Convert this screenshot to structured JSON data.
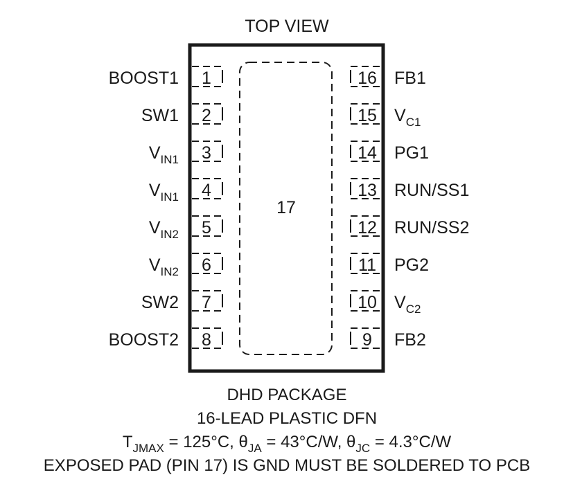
{
  "diagram": {
    "title": "TOP VIEW",
    "exposed_pad_label": "17",
    "left_pins": [
      {
        "num": "1",
        "name": "BOOST1",
        "sub": ""
      },
      {
        "num": "2",
        "name": "SW1",
        "sub": ""
      },
      {
        "num": "3",
        "name": "V",
        "sub": "IN1"
      },
      {
        "num": "4",
        "name": "V",
        "sub": "IN1"
      },
      {
        "num": "5",
        "name": "V",
        "sub": "IN2"
      },
      {
        "num": "6",
        "name": "V",
        "sub": "IN2"
      },
      {
        "num": "7",
        "name": "SW2",
        "sub": ""
      },
      {
        "num": "8",
        "name": "BOOST2",
        "sub": ""
      }
    ],
    "right_pins": [
      {
        "num": "16",
        "name": "FB1",
        "sub": ""
      },
      {
        "num": "15",
        "name": "V",
        "sub": "C1"
      },
      {
        "num": "14",
        "name": "PG1",
        "sub": ""
      },
      {
        "num": "13",
        "name": "RUN/SS1",
        "sub": ""
      },
      {
        "num": "12",
        "name": "RUN/SS2",
        "sub": ""
      },
      {
        "num": "11",
        "name": "PG2",
        "sub": ""
      },
      {
        "num": "10",
        "name": "V",
        "sub": "C2"
      },
      {
        "num": "9",
        "name": "FB2",
        "sub": ""
      }
    ],
    "package_line1": "DHD PACKAGE",
    "package_line2": "16-LEAD PLASTIC DFN",
    "thermal": {
      "t": "T",
      "t_sub": "JMAX",
      "t_val": " = 125°C, ",
      "theta1": "θ",
      "theta1_sub": "JA",
      "theta1_val": " = 43°C/W, ",
      "theta2": "θ",
      "theta2_sub": "JC",
      "theta2_val": " = 4.3°C/W"
    },
    "note": "EXPOSED PAD (PIN 17) IS GND MUST BE SOLDERED TO PCB"
  }
}
